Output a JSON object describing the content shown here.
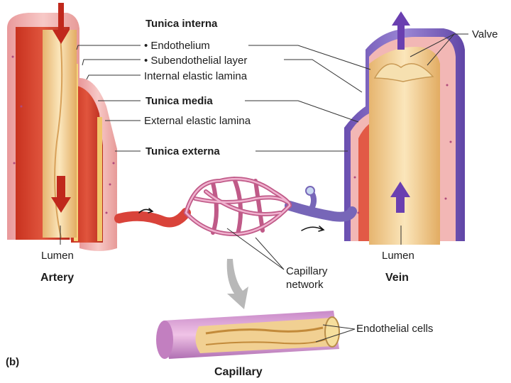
{
  "figure_tag": "(b)",
  "labels": {
    "tunica_interna": "Tunica interna",
    "endothelium": "• Endothelium",
    "subendothelial_layer": "• Subendothelial layer",
    "internal_elastic_lamina": "Internal elastic lamina",
    "tunica_media": "Tunica media",
    "external_elastic_lamina": "External elastic lamina",
    "tunica_externa": "Tunica externa",
    "valve": "Valve",
    "lumen_artery": "Lumen",
    "lumen_vein": "Lumen",
    "artery": "Artery",
    "vein": "Vein",
    "capillary_network_line1": "Capillary",
    "capillary_network_line2": "network",
    "endothelial_cells": "Endothelial cells",
    "capillary": "Capillary"
  },
  "colors": {
    "artery_red": "#d23a2e",
    "tunica_externa_pink": "#f2b7b5",
    "vein_purple": "#7b5fb8",
    "lumen_tan": "#f3d9a4",
    "leader_line": "#333333",
    "flow_arrow_red": "#c0281c",
    "flow_arrow_purple": "#6a3fb0"
  }
}
